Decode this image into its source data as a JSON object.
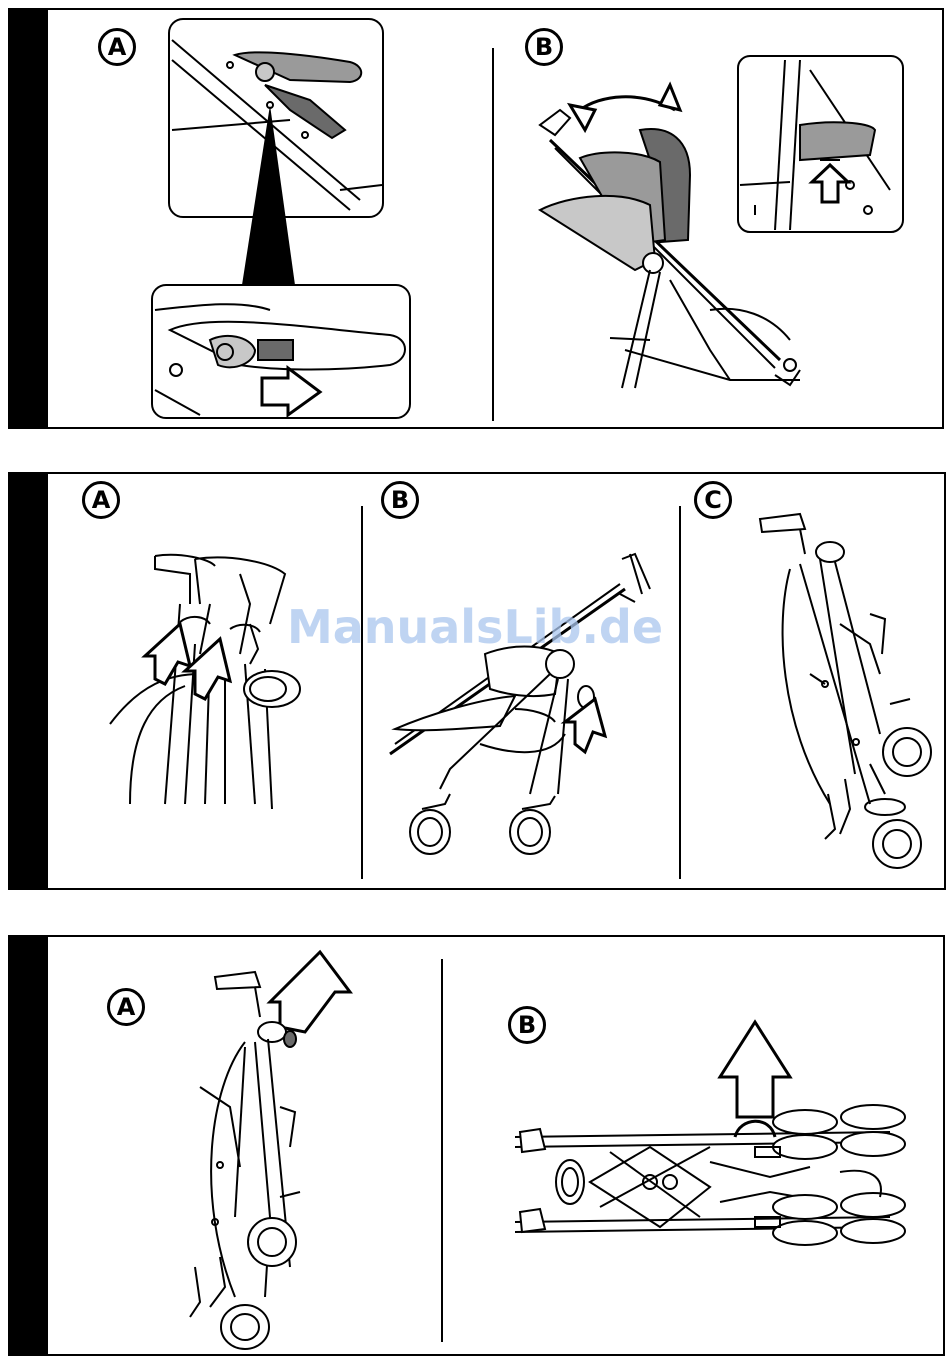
{
  "panel1": {
    "step_a": "A",
    "step_b": "B"
  },
  "panel2": {
    "step_a": "A",
    "step_b": "B",
    "step_c": "C"
  },
  "panel3": {
    "step_a": "A",
    "step_b": "B"
  },
  "watermark": {
    "text": "ManualsLib.de"
  },
  "colors": {
    "stroke": "#000000",
    "fill_dark": "#6a6a6a",
    "fill_mid": "#9a9a9a",
    "fill_light": "#c8c8c8",
    "watermark": "#aac6ee"
  }
}
